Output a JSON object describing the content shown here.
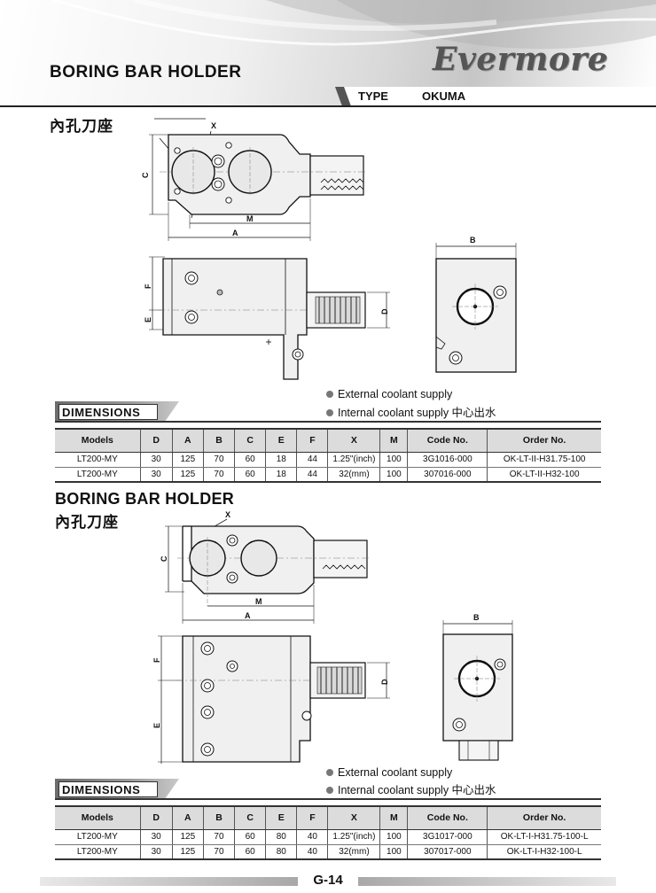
{
  "header": {
    "title": "BORING BAR HOLDER",
    "logo": "Evermore",
    "type_label": "TYPE",
    "type_value": "OKUMA"
  },
  "section1": {
    "cn_title": "內孔刀座",
    "dims": {
      "X": "X",
      "C": "C",
      "M": "M",
      "A": "A",
      "B": "B",
      "F": "F",
      "E": "E",
      "D": "D"
    },
    "notes": [
      "External coolant supply",
      "Internal coolant supply 中心出水"
    ],
    "dimensions_label": "DIMENSIONS",
    "table": {
      "headers": [
        "Models",
        "D",
        "A",
        "B",
        "C",
        "E",
        "F",
        "X",
        "M",
        "Code No.",
        "Order No."
      ],
      "rows": [
        [
          "LT200-MY",
          "30",
          "125",
          "70",
          "60",
          "18",
          "44",
          "1.25\"(inch)",
          "100",
          "3G1016-000",
          "OK-LT-II-H31.75-100"
        ],
        [
          "LT200-MY",
          "30",
          "125",
          "70",
          "60",
          "18",
          "44",
          "32(mm)",
          "100",
          "307016-000",
          "OK-LT-II-H32-100"
        ]
      ]
    }
  },
  "section2": {
    "en_title": "BORING BAR HOLDER",
    "cn_title": "內孔刀座",
    "dims": {
      "X": "X",
      "C": "C",
      "M": "M",
      "A": "A",
      "B": "B",
      "F": "F",
      "E": "E",
      "D": "D"
    },
    "notes": [
      "External coolant supply",
      "Internal coolant supply 中心出水"
    ],
    "dimensions_label": "DIMENSIONS",
    "table": {
      "headers": [
        "Models",
        "D",
        "A",
        "B",
        "C",
        "E",
        "F",
        "X",
        "M",
        "Code No.",
        "Order No."
      ],
      "rows": [
        [
          "LT200-MY",
          "30",
          "125",
          "70",
          "60",
          "80",
          "40",
          "1.25\"(inch)",
          "100",
          "3G1017-000",
          "OK-LT-I-H31.75-100-L"
        ],
        [
          "LT200-MY",
          "30",
          "125",
          "70",
          "60",
          "80",
          "40",
          "32(mm)",
          "100",
          "307017-000",
          "OK-LT-I-H32-100-L"
        ]
      ]
    }
  },
  "footer": {
    "page_number": "G-14"
  }
}
